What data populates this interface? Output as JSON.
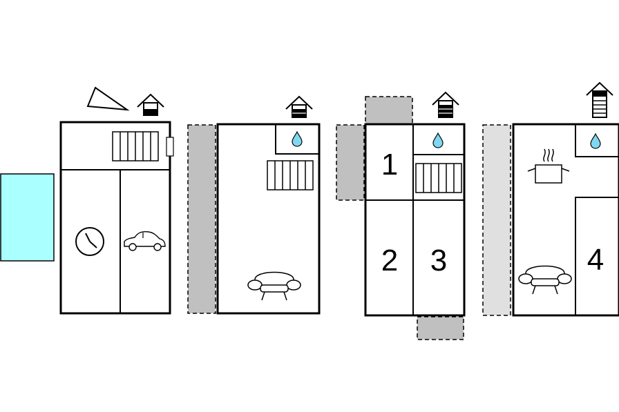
{
  "room_numbers": {
    "one": "1",
    "two": "2",
    "three": "3",
    "four": "4"
  },
  "colors": {
    "pool": "#aaffff",
    "terrace_dark": "#c0c0c0",
    "terrace_light": "#e0e0e0",
    "water": "#80d8f0"
  },
  "icons": [
    "compass-icon",
    "floor-level-icon",
    "radiator-icon",
    "clock-icon",
    "car-icon",
    "water-drop-icon",
    "armchair-icon",
    "cooking-pot-icon"
  ]
}
